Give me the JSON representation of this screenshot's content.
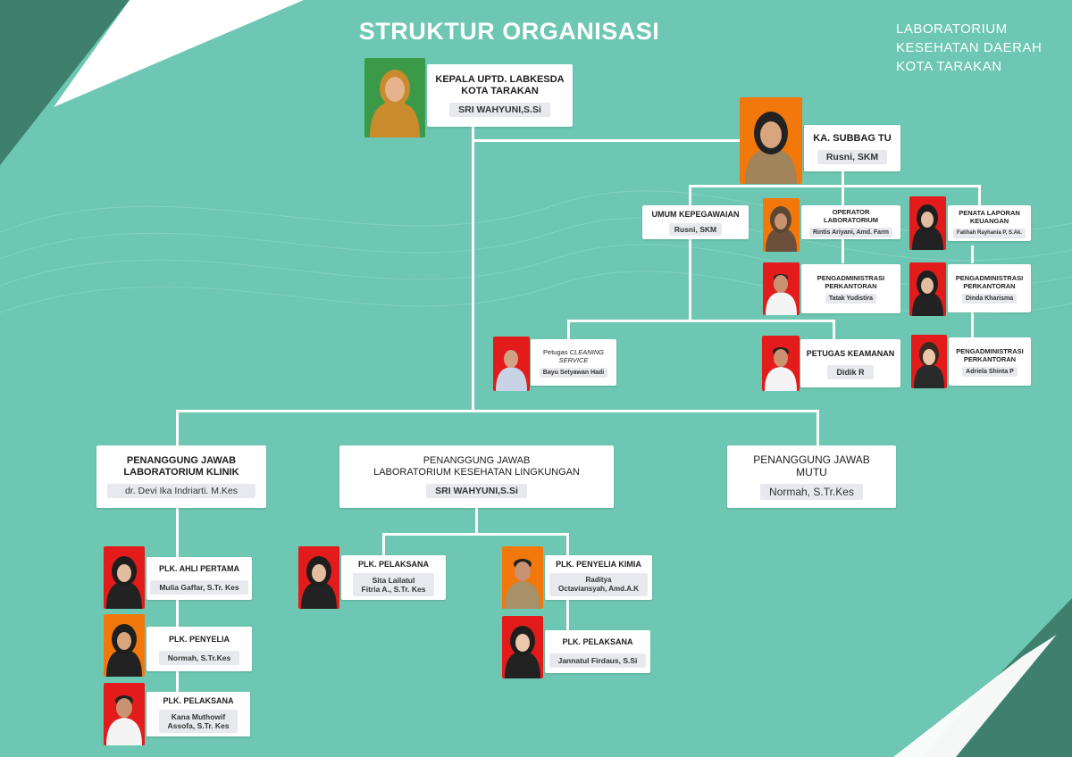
{
  "title": "STRUKTUR ORGANISASI",
  "corner": [
    "LABORATORIUM",
    "KESEHATAN DAERAH",
    "KOTA TARAKAN"
  ],
  "head": {
    "role": [
      "KEPALA UPTD. LABKESDA",
      "KOTA TARAKAN"
    ],
    "name": "SRI WAHYUNI,S.Si"
  },
  "subbag": {
    "role": "KA. SUBBAG TU",
    "name": "Rusni, SKM"
  },
  "umum": {
    "role": "UMUM KEPEGAWAIAN",
    "name": "Rusni, SKM"
  },
  "operator": {
    "role": "OPERATOR LABORATORIUM",
    "name": "Rintis Ariyani, Amd. Farm"
  },
  "penata": {
    "role": [
      "PENATA LAPORAN",
      "KEUANGAN"
    ],
    "name": "Fatihah Rayhania P, S.Ak."
  },
  "admin1": {
    "role": [
      "PENGADMINISTRASI",
      "PERKANTORAN"
    ],
    "name": "Tatak Yudistira"
  },
  "admin2": {
    "role": [
      "PENGADMINISTRASI",
      "PERKANTORAN"
    ],
    "name": "Dinda Kharisma"
  },
  "admin3": {
    "role": [
      "PENGADMINISTRASI",
      "PERKANTORAN"
    ],
    "name": "Adriela Shinta P"
  },
  "cleaning": {
    "role_prefix": "Petugas ",
    "role_italic": [
      "CLEANING",
      "SERVICE"
    ],
    "name": "Bayu Setyawan Hadi"
  },
  "keamanan": {
    "role": "PETUGAS KEAMANAN",
    "name": "Didik R"
  },
  "pj_klinik": {
    "role": [
      "PENANGGUNG JAWAB",
      "LABORATORIUM KLINIK"
    ],
    "name": "dr. Devi Ika Indriarti. M.Kes"
  },
  "pj_kesling": {
    "role": [
      "PENANGGUNG JAWAB",
      "LABORATORIUM KESEHATAN LINGKUNGAN"
    ],
    "name": "SRI WAHYUNI,S.Si"
  },
  "pj_mutu": {
    "role": [
      "PENANGGUNG JAWAB",
      "MUTU"
    ],
    "name": "Normah, S.Tr.Kes"
  },
  "ahli": {
    "role": "PLK. AHLI PERTAMA",
    "name": "Mulia Gaffar, S.Tr. Kes"
  },
  "penyelia": {
    "role": "PLK. PENYELIA",
    "name": "Normah, S.Tr.Kes"
  },
  "pelaksana_klinik": {
    "role": "PLK. PELAKSANA",
    "name": [
      "Kana Muthowif",
      "Assofa, S.Tr. Kes"
    ]
  },
  "pelaksana_kesling": {
    "role": "PLK. PELAKSANA",
    "name": [
      "Sita Lailatul",
      "Fitria A., S.Tr. Kes"
    ]
  },
  "penyelia_kimia": {
    "role": "PLK. PENYELIA KIMIA",
    "name": [
      "Raditya",
      "Octaviansyah, Amd.A.K"
    ]
  },
  "pelaksana_kimia": {
    "role": "PLK. PELAKSANA",
    "name": "Jannatul Firdaus, S.Si"
  },
  "colors": {
    "background": "#6dc7b2",
    "corner_dark": "#3f7f6d",
    "photo_red": "#e31b1b",
    "photo_orange": "#f2780c",
    "photo_green": "#3a9a48"
  }
}
